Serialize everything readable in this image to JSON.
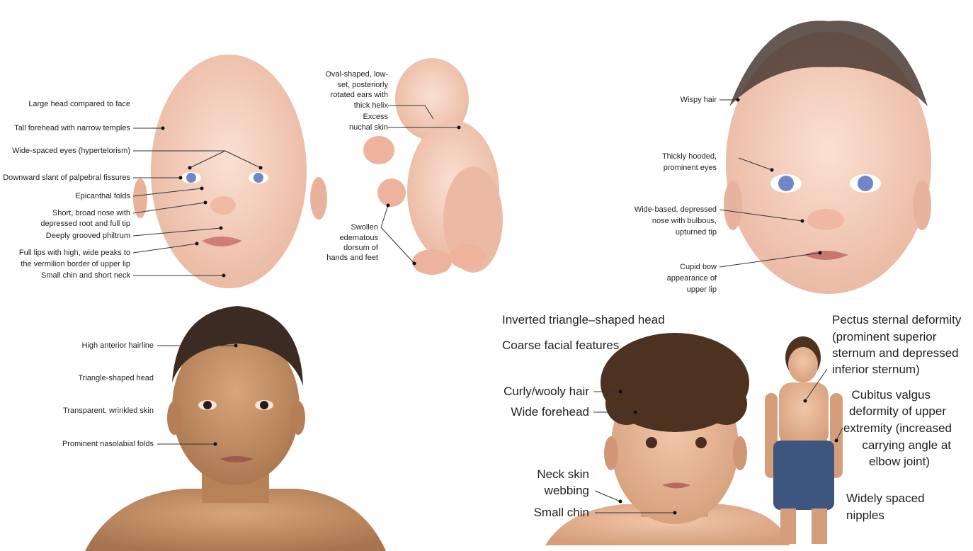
{
  "panels": {
    "baby_face": {
      "labels": [
        "Large head compared to face",
        "Tall forehead with narrow temples",
        "Wide-spaced eyes (hypertelorism)",
        "Downward slant of palpebral fissures",
        "Epicanthal folds",
        "Short, broad nose with",
        "depressed root and full tip",
        "Deeply grooved philtrum",
        "Full lips with high, wide peaks to",
        "the vermilion border of upper lip",
        "Small chin and short neck"
      ]
    },
    "baby_body": {
      "labels": [
        "Oval-shaped, low-",
        "set, posteriorly",
        "rotated ears with",
        "thick helix",
        "Excess",
        "nuchal skin",
        "Swollen",
        "edematous",
        "dorsum of",
        "hands and feet"
      ]
    },
    "infant_right": {
      "labels": [
        "Wispy hair",
        "Thickly hooded,",
        "prominent eyes",
        "Wide-based, depressed",
        "nose with bulbous,",
        "upturned tip",
        "Cupid bow",
        "appearance of",
        "upper lip"
      ]
    },
    "adult_male": {
      "labels": [
        "High anterior hairline",
        "Triangle-shaped head",
        "Transparent, wrinkled skin",
        "Prominent nasolabial folds"
      ]
    },
    "child": {
      "labels": [
        "Inverted triangle–shaped head",
        "Coarse facial features",
        "Curly/wooly hair",
        "Wide forehead",
        "Neck skin",
        "webbing",
        "Small chin",
        "Pectus sternal deformity",
        "(prominent superior",
        "sternum and depressed",
        "inferior sternum)",
        "Cubitus valgus",
        "deformity of upper",
        "extremity (increased",
        "carrying angle at",
        "elbow joint)",
        "Widely spaced",
        "nipples"
      ]
    }
  },
  "colors": {
    "skin_baby": "#f3c9b4",
    "skin_adult": "#c99468",
    "hair_dark": "#3b2b22",
    "eye_blue": "#6f86c7"
  }
}
